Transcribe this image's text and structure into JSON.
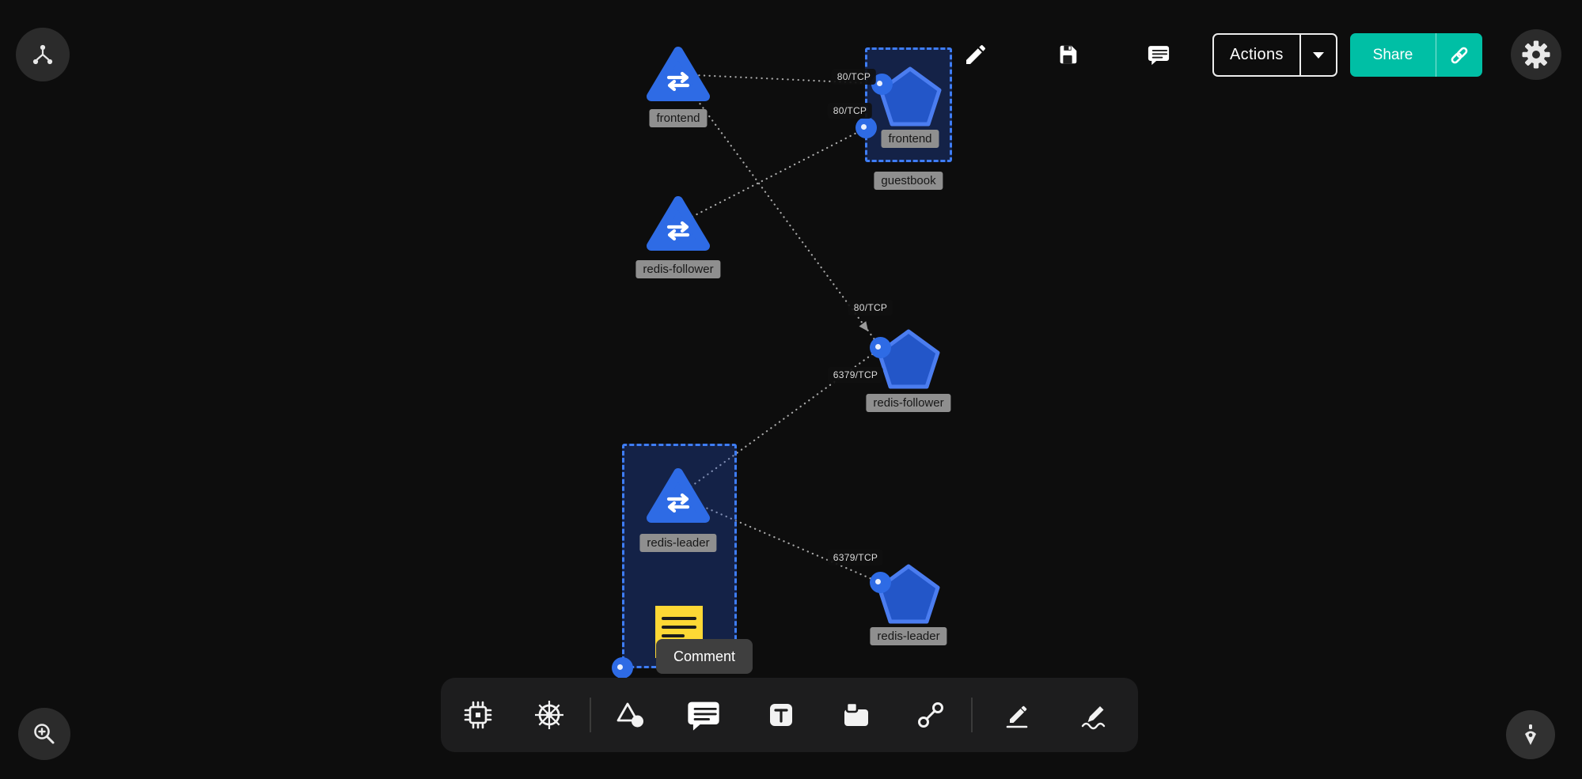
{
  "app": {
    "colors": {
      "background": "#0d0d0d",
      "node_blue": "#2e6be5",
      "pentagon_blue": "#2356c8",
      "selection_blue": "#3e7df6",
      "accent_teal": "#00bfa5",
      "note_yellow": "#fdd835",
      "toolbar_bg": "#1d1d1e"
    }
  },
  "topbar": {
    "graph_button_icon": "hierarchy-icon",
    "edit_icon": "pencil-icon",
    "save_icon": "save-icon",
    "comments_icon": "comment-icon",
    "actions_button": {
      "label": "Actions",
      "dropdown_icon": "chevron-down-icon"
    },
    "share_button": {
      "label": "Share",
      "icon": "link-icon"
    },
    "settings_icon": "gear-icon"
  },
  "canvas": {
    "services": [
      {
        "kind": "service",
        "label": "frontend"
      },
      {
        "kind": "service",
        "label": "redis-follower"
      },
      {
        "kind": "service",
        "label": "redis-leader"
      }
    ],
    "deployments": [
      {
        "kind": "deployment",
        "label": "frontend"
      },
      {
        "kind": "deployment",
        "label": "redis-follower"
      },
      {
        "kind": "deployment",
        "label": "redis-leader"
      }
    ],
    "group_label": "guestbook",
    "port_labels": [
      {
        "text": "80/TCP"
      },
      {
        "text": "80/TCP"
      },
      {
        "text": "80/TCP"
      },
      {
        "text": "6379/TCP"
      },
      {
        "text": "6379/TCP"
      }
    ]
  },
  "tooltip": {
    "text": "Comment"
  },
  "toolbar": {
    "items": [
      {
        "icon": "custom-resource-icon"
      },
      {
        "icon": "kubernetes-icon"
      },
      {
        "icon": "shapes-icon"
      },
      {
        "icon": "comment-icon",
        "active": true
      },
      {
        "icon": "text-icon"
      },
      {
        "icon": "node-icon"
      },
      {
        "icon": "connection-icon"
      },
      {
        "icon": "annotate-pen-icon"
      },
      {
        "icon": "freehand-pen-icon"
      }
    ]
  },
  "corner_buttons": {
    "zoom_icon": "zoom-in-icon",
    "pen_icon": "pen-tool-icon"
  }
}
